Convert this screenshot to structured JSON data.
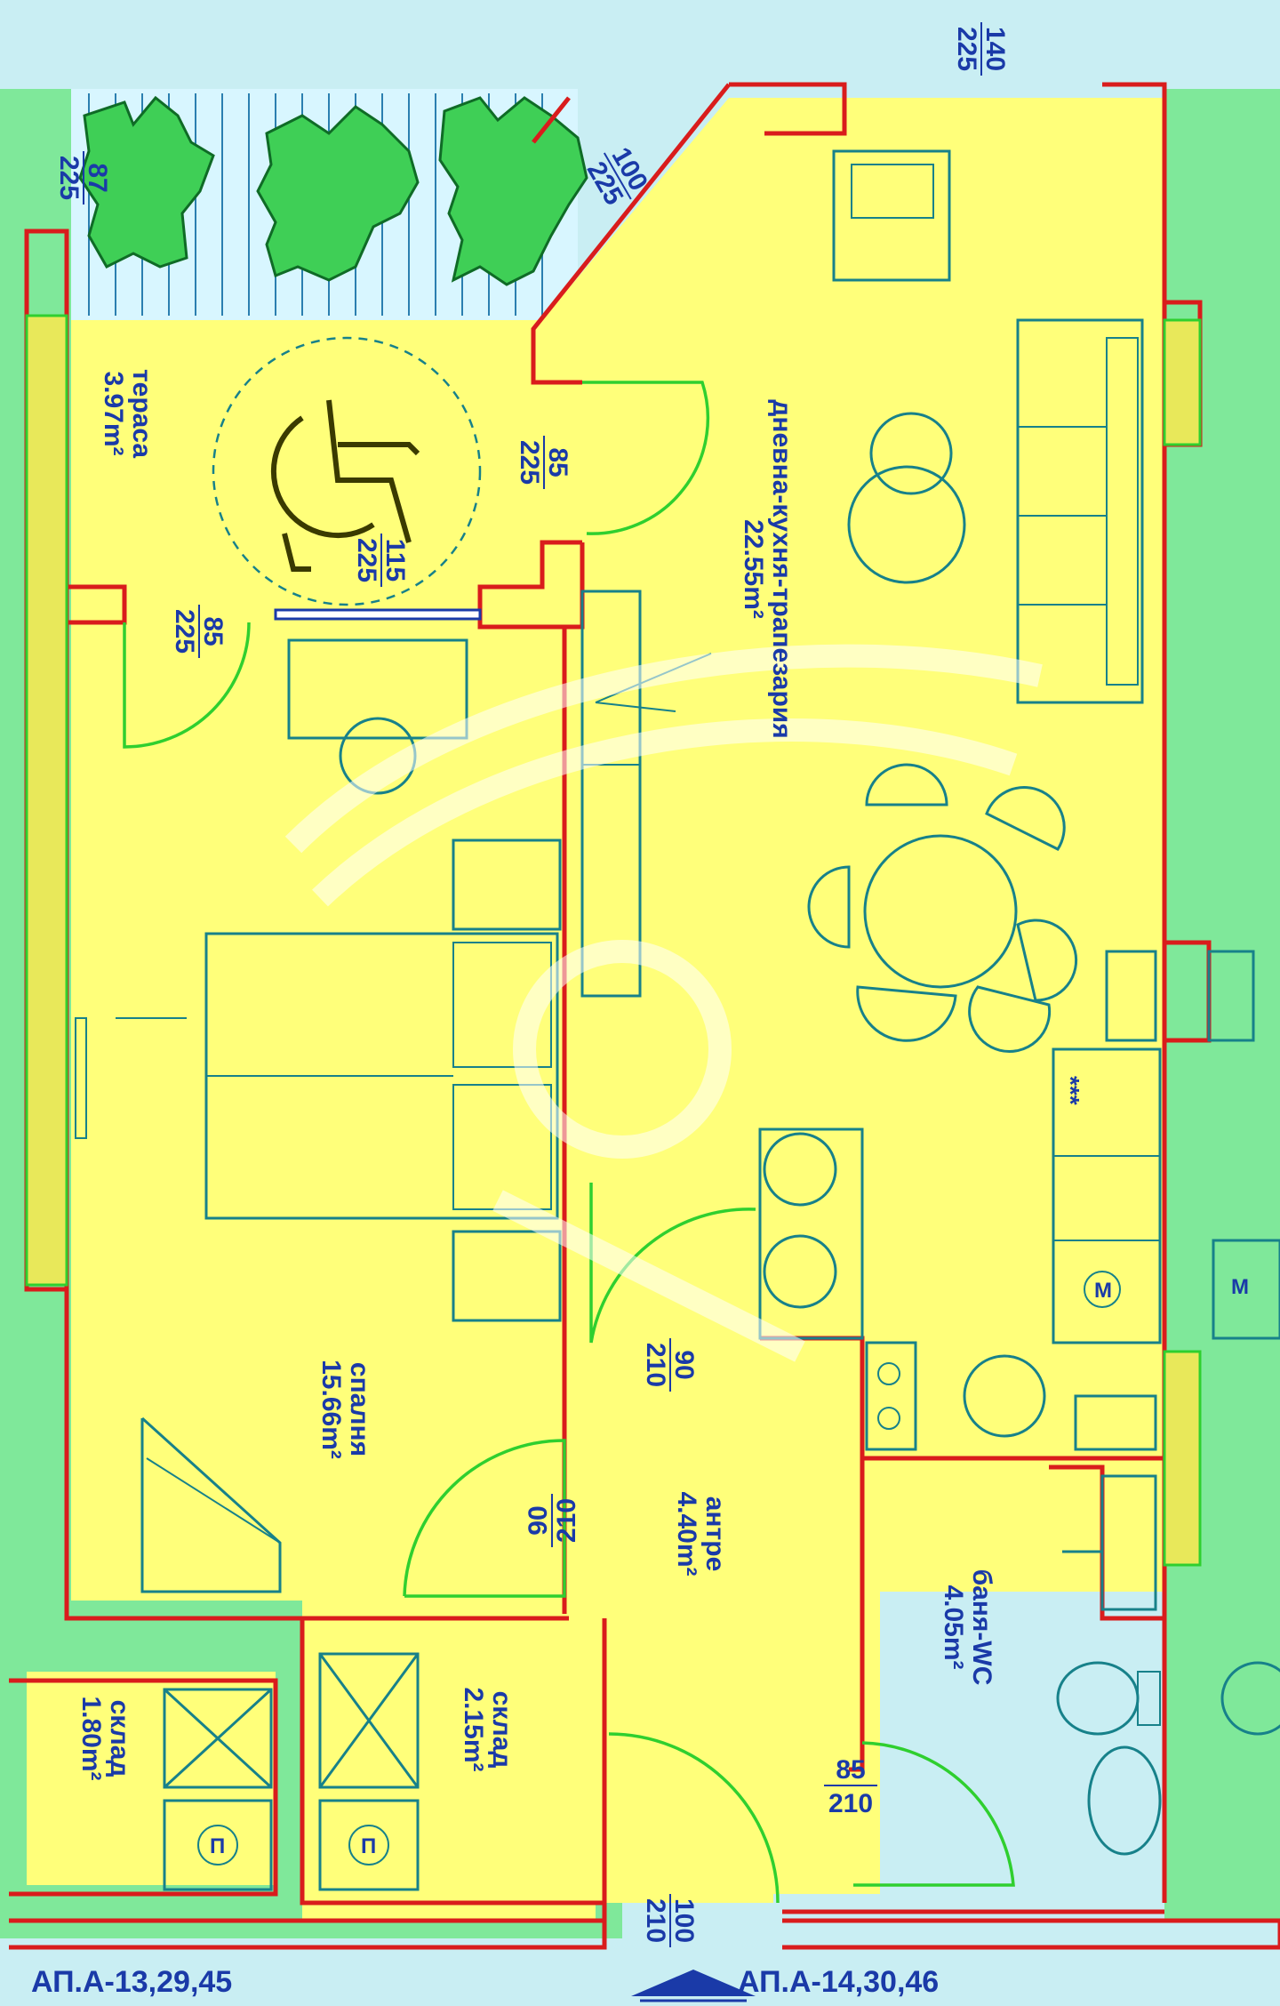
{
  "rooms": {
    "terrace": {
      "name": "тераса",
      "area": "3.97m²"
    },
    "living": {
      "name": "дневна-кухня-трапезария",
      "area": "22.55m²"
    },
    "bedroom": {
      "name": "спалня",
      "area": "15.66m²"
    },
    "hall": {
      "name": "антре",
      "area": "4.40m²"
    },
    "bath": {
      "name": "баня-WC",
      "area": "4.05m²"
    },
    "storage_left": {
      "name": "склад",
      "area": "1.80m²"
    },
    "storage_mid": {
      "name": "склад",
      "area": "2.15m²"
    }
  },
  "dimensions": {
    "top_window": {
      "w": "140",
      "h": "225"
    },
    "diag_window": {
      "w": "100",
      "h": "225"
    },
    "terrace_door": {
      "w": "85",
      "h": "225"
    },
    "terrace_window": {
      "w": "115",
      "h": "225"
    },
    "bedroom_terrace_door": {
      "w": "85",
      "h": "225"
    },
    "left_window": {
      "w": "87",
      "h": "225"
    },
    "kitchen_door": {
      "w": "90",
      "h": "210"
    },
    "bedroom_door": {
      "w": "90",
      "h": "210"
    },
    "bath_door": {
      "w": "85",
      "h": "210"
    },
    "entrance_door": {
      "w": "100",
      "h": "210"
    }
  },
  "appliance_marks": {
    "stove": "***",
    "washer": "M",
    "washer_right": "M",
    "boiler_left": "П",
    "boiler_mid": "П"
  },
  "apartments": {
    "left": "АП.А-13,29,45",
    "right": "АП.А-14,30,46"
  },
  "colors": {
    "room": "#ffff7a",
    "green": "#7fe89a",
    "wall": "#d91c1c",
    "furniture": "#17818a",
    "door": "#2fcf2f",
    "label": "#1a3aa8"
  }
}
